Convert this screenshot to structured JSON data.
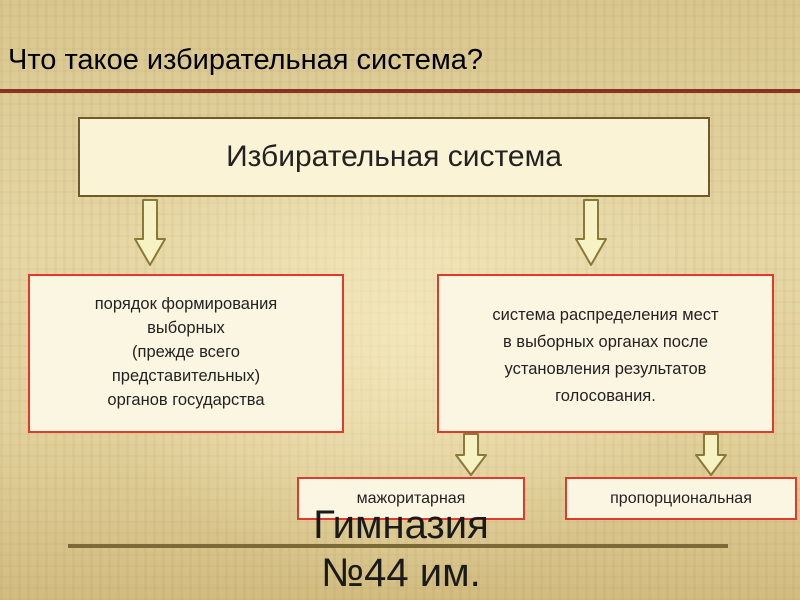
{
  "slide": {
    "title": "Что такое избирательная система?",
    "root_node": "Избирательная система",
    "left_node_lines": [
      "порядок формирования",
      "выборных",
      "(прежде всего",
      "представительных)",
      "органов государства"
    ],
    "right_node_lines": [
      "система распределения мест",
      "в выборных органах после",
      "установления результатов",
      "голосования."
    ],
    "child_nodes": {
      "majoritarian": "мажоритарная",
      "proportional": "пропорциональная"
    },
    "footer_lines": [
      "Гимназия",
      "№44 им."
    ]
  },
  "colors": {
    "title_rule": "#8a3324",
    "node_border_red": "#e03a2e",
    "root_border": "#6f5a2a",
    "arrow_fill": "#f7f2c4",
    "arrow_stroke": "#8a7a3a"
  }
}
